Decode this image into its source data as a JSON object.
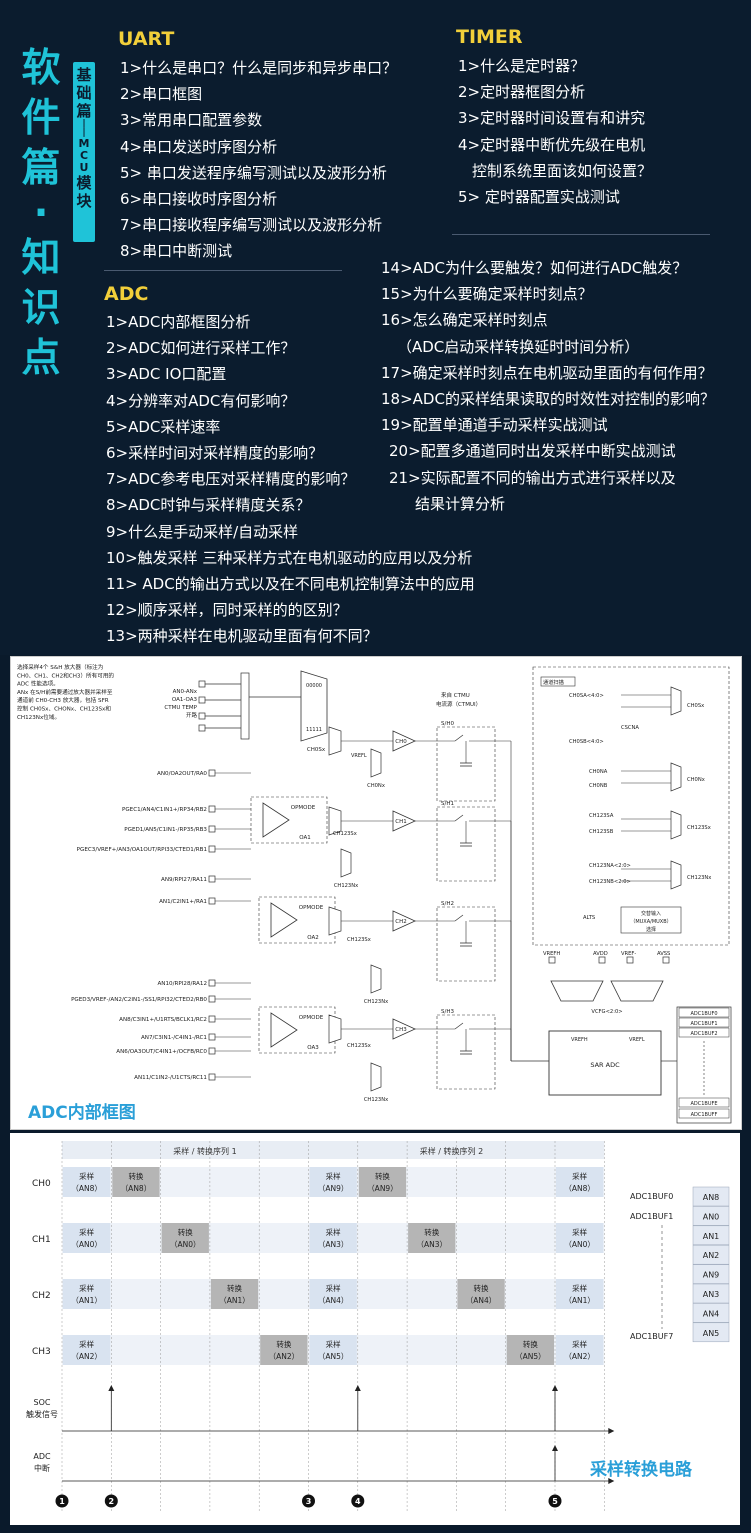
{
  "side_title": "软件篇 · 知识点",
  "side_title_chars": [
    "软",
    "件",
    "篇",
    "·",
    "知",
    "识",
    "点"
  ],
  "side_tag": "基础篇——MCU模块",
  "sections": {
    "uart": {
      "title": "UART",
      "items": [
        "1>什么是串口？什么是同步和异步串口？",
        "2>串口框图",
        "3>常用串口配置参数",
        "4>串口发送时序图分析",
        "5> 串口发送程序编写测试以及波形分析",
        "6>串口接收时序图分析",
        "7>串口接收程序编写测试以及波形分析",
        "8>串口中断测试"
      ]
    },
    "timer": {
      "title": "TIMER",
      "items": [
        "1>什么是定时器？",
        "2>定时器框图分析",
        "3>定时器时间设置有和讲究",
        "4>定时器中断优先级在电机",
        "控制系统里面该如何设置？",
        "5> 定时器配置实战测试"
      ]
    },
    "adc": {
      "title": "ADC",
      "items": [
        "1>ADC内部框图分析",
        "2>ADC如何进行采样工作？",
        "3>ADC IO口配置",
        "4>分辨率对ADC有何影响？",
        "5>ADC采样速率",
        "6>采样时间对采样精度的影响？",
        "7>ADC参考电压对采样精度的影响？",
        "8>ADC时钟与采样精度关系？",
        "9>什么是手动采样/自动采样",
        "10>触发采样 三种采样方式在电机驱动的应用以及分析",
        "11> ADC的输出方式以及在不同电机控制算法中的应用",
        "12>顺序采样，同时采样的的区别？",
        "13>两种采样在电机驱动里面有何不同？"
      ],
      "items_right": [
        "14>ADC为什么要触发？如何进行ADC触发？",
        "15>为什么要确定采样时刻点？",
        "16>怎么确定采样时刻点",
        "（ADC启动采样转换延时时间分析）",
        "17>确定采样时刻点在电机驱动里面的有何作用？",
        "18>ADC的采样结果读取的时效性对控制的影响？",
        "19>配置单通道手动采样实战测试",
        "20>配置多通道同时出发采样中断实战测试",
        "21>实际配置不同的输出方式进行采样以及",
        "结果计算分析"
      ]
    }
  },
  "block_diagram": {
    "caption": "ADC内部框图",
    "note_lines": [
      "选择采样4个 S&H 放大器（标注为",
      "CH0、CH1、CH2和CH3）所有可用的",
      "ADC 性能选项。",
      "ANx 在S/H前需要通过放大器并采样至",
      "通道前 CH0-CH3 放大器，包括 SFR",
      "控制 CH0Sx、CHONx、CH123Sx和",
      "CH123Nx位域。"
    ],
    "left_inputs": [
      "AN0/OA2OUT/RA0",
      "PGEC1/AN4/C1IN1+/RP34/RB2",
      "PGED1/AN5/C1IN1-/RP35/RB3",
      "PGEC3/VREF+/AN3/OA1OUT/RPI33/CTED1/RB1",
      "AN9/RPI27/RA11",
      "AN1/C2IN1+/RA1",
      "AN10/RPI28/RA12",
      "PGED3/VREF-/AN2/C2IN1-/SS1/RPI32/CTED2/RB0",
      "AN6/OA3OUT/C4IN1+/OCFB/RC0",
      "AN8/C3IN1+/U1RTS/BCLK1/RC2",
      "AN7/C3IN1-/C4IN1-/RC1",
      "AN11/C1IN2-/U1CTS/RC11"
    ],
    "amps": [
      "OPMODE",
      "OA1",
      "OPMODE",
      "OA2",
      "OPMODE",
      "OA3"
    ],
    "channels": [
      "CH0",
      "CH1",
      "CH2",
      "CH3"
    ],
    "sh": [
      "S/H0",
      "S/H1",
      "S/H2",
      "S/H3"
    ],
    "mux_labels": [
      "CH0Sx",
      "CH0Nx",
      "CH123Sx",
      "CH123Nx",
      "VREFL"
    ],
    "ctmu": [
      "来自 CTMU",
      "电流源（CTMUI）"
    ],
    "an0an": [
      "AN0-ANx",
      "OA1-OA3",
      "CTMU TEMP",
      "开路"
    ],
    "mux_codes": [
      "00000",
      "11111"
    ],
    "right_block": [
      "通道扫描",
      "CH0SA<4:0>",
      "CSCNA",
      "CH0SB<4:0>",
      "CH0NA",
      "CH0NB",
      "CH123SA",
      "CH123SB",
      "CH123NA<2:0>",
      "CH123NB<2:0>",
      "ALTS",
      "交替输入",
      "（MUXA/MUXB）",
      "选择"
    ],
    "refs": [
      "VREFH",
      "AVDD",
      "VREF-",
      "AVSS",
      "VCFG<2:0>",
      "VREFH",
      "VREFL",
      "SAR ADC"
    ],
    "buffers": [
      "ADC1BUF0",
      "ADC1BUF1",
      "ADC1BUF2",
      "ADC1BUFE",
      "ADC1BUFF"
    ]
  },
  "sequence": {
    "caption": "采样转换电路",
    "headers": [
      "采样 / 转换序列 1",
      "采样 / 转换序列 2"
    ],
    "rows": [
      "CH0",
      "CH1",
      "CH2",
      "CH3"
    ],
    "soc_label": "SOC",
    "soc_sub": "触发信号",
    "adc_label": "ADC",
    "adc_sub": "中断",
    "markers": [
      "1",
      "2",
      "3",
      "4",
      "5"
    ],
    "buf_labels": [
      "ADC1BUF0",
      "ADC1BUF1",
      "ADC1BUF7"
    ],
    "buf_values": [
      "AN8",
      "AN0",
      "AN1",
      "AN2",
      "AN9",
      "AN3",
      "AN4",
      "AN5"
    ],
    "cells": [
      {
        "row": 0,
        "col": 0,
        "kind": "sample",
        "t1": "采样",
        "t2": "（AN8）"
      },
      {
        "row": 0,
        "col": 1,
        "kind": "convert",
        "t1": "转换",
        "t2": "（AN8）"
      },
      {
        "row": 0,
        "col": 5,
        "kind": "sample",
        "t1": "采样",
        "t2": "（AN9）"
      },
      {
        "row": 0,
        "col": 6,
        "kind": "convert",
        "t1": "转换",
        "t2": "（AN9）"
      },
      {
        "row": 0,
        "col": 10,
        "kind": "sample",
        "t1": "采样",
        "t2": "（AN8）"
      },
      {
        "row": 1,
        "col": 0,
        "kind": "sample",
        "t1": "采样",
        "t2": "（AN0）"
      },
      {
        "row": 1,
        "col": 2,
        "kind": "convert",
        "t1": "转换",
        "t2": "（AN0）"
      },
      {
        "row": 1,
        "col": 5,
        "kind": "sample",
        "t1": "采样",
        "t2": "（AN3）"
      },
      {
        "row": 1,
        "col": 7,
        "kind": "convert",
        "t1": "转换",
        "t2": "（AN3）"
      },
      {
        "row": 1,
        "col": 10,
        "kind": "sample",
        "t1": "采样",
        "t2": "（AN0）"
      },
      {
        "row": 2,
        "col": 0,
        "kind": "sample",
        "t1": "采样",
        "t2": "（AN1）"
      },
      {
        "row": 2,
        "col": 3,
        "kind": "convert",
        "t1": "转换",
        "t2": "（AN1）"
      },
      {
        "row": 2,
        "col": 5,
        "kind": "sample",
        "t1": "采样",
        "t2": "（AN4）"
      },
      {
        "row": 2,
        "col": 8,
        "kind": "convert",
        "t1": "转换",
        "t2": "（AN4）"
      },
      {
        "row": 2,
        "col": 10,
        "kind": "sample",
        "t1": "采样",
        "t2": "（AN1）"
      },
      {
        "row": 3,
        "col": 0,
        "kind": "sample",
        "t1": "采样",
        "t2": "（AN2）"
      },
      {
        "row": 3,
        "col": 4,
        "kind": "convert",
        "t1": "转换",
        "t2": "（AN2）"
      },
      {
        "row": 3,
        "col": 5,
        "kind": "sample",
        "t1": "采样",
        "t2": "（AN5）"
      },
      {
        "row": 3,
        "col": 9,
        "kind": "convert",
        "t1": "转换",
        "t2": "（AN5）"
      },
      {
        "row": 3,
        "col": 10,
        "kind": "sample",
        "t1": "采样",
        "t2": "（AN2）"
      }
    ],
    "colors": {
      "sample_bg": "#d9e3f0",
      "convert_bg": "#b5b5b5"
    }
  },
  "colors": {
    "bg": "#0b1c2e",
    "accent": "#1fc3d8",
    "section": "#f2cf3a",
    "caption": "#2a9fd8"
  }
}
